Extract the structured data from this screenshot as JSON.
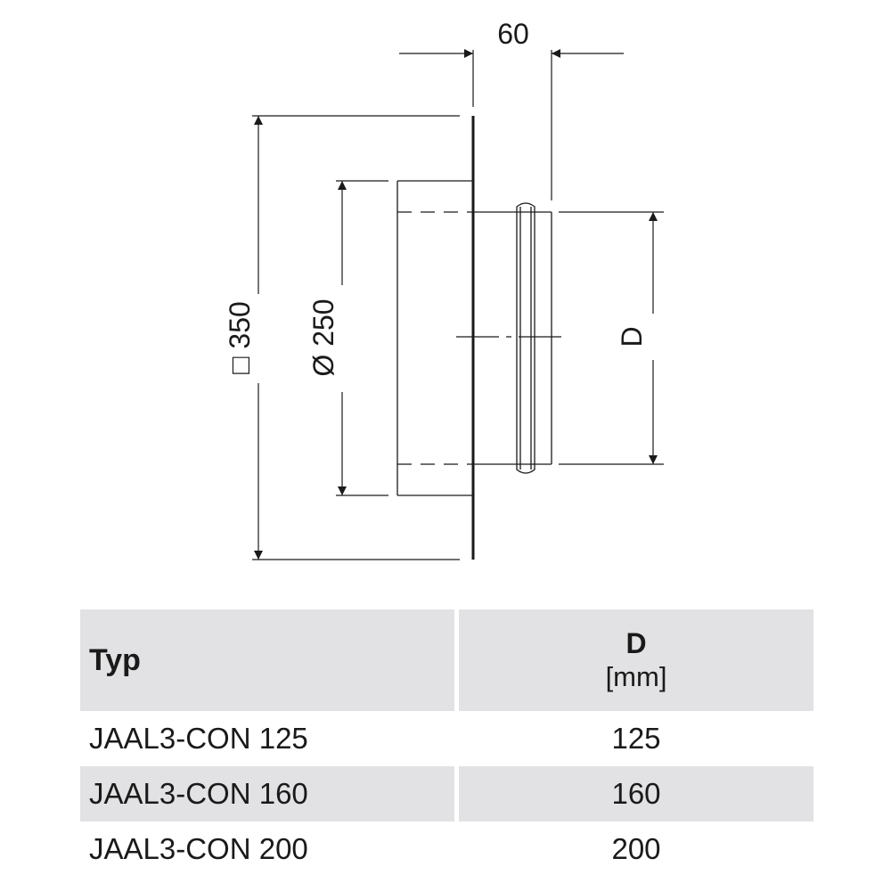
{
  "drawing": {
    "dim_top": "60",
    "dim_square": "□ 350",
    "dim_diameter": "Ø 250",
    "dim_d": "D"
  },
  "table": {
    "header_typ": "Typ",
    "header_d": "D",
    "header_unit": "[mm]",
    "rows": [
      {
        "typ": "JAAL3-CON 125",
        "d": "125"
      },
      {
        "typ": "JAAL3-CON 160",
        "d": "160"
      },
      {
        "typ": "JAAL3-CON 200",
        "d": "200"
      }
    ]
  }
}
